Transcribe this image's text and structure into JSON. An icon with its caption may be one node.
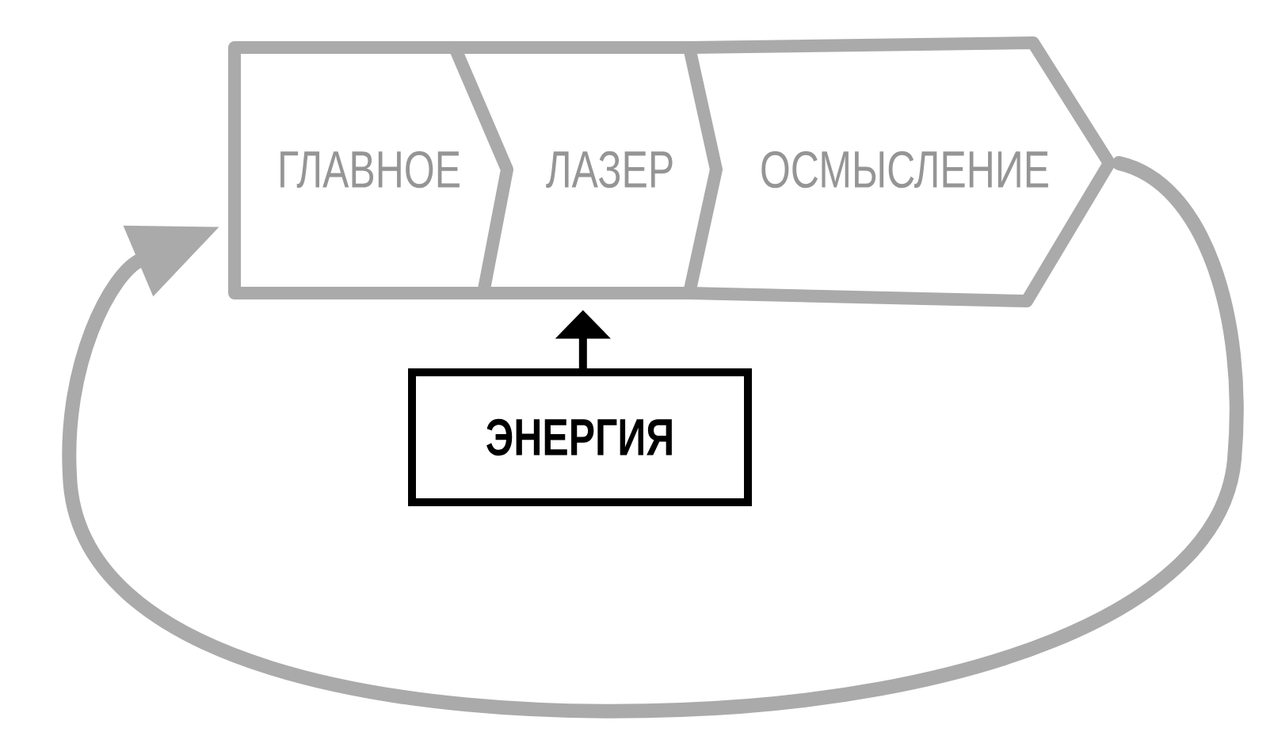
{
  "diagram": {
    "nodes": [
      {
        "text": [
          "ГЛАВНОЕ"
        ]
      },
      {
        "text": [
          "ЛАЗЕР"
        ]
      },
      {
        "text": [
          "ОСМЫСЛЕНИЕ"
        ]
      },
      {
        "text": [
          "ЭНЕРГИЯ"
        ]
      }
    ],
    "edges": [
      {
        "from": 3,
        "to": 1,
        "arrow": "to",
        "color": "#000000"
      },
      {
        "from": 2,
        "to": 0,
        "arrow": "to",
        "style": "thick",
        "color": "#aaaaaa"
      }
    ]
  }
}
